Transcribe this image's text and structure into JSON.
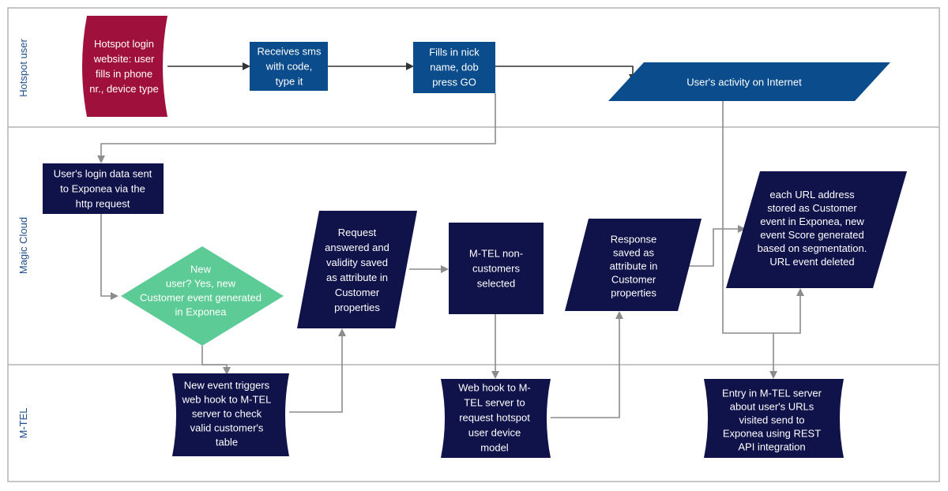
{
  "lanes": [
    {
      "id": "hotspot",
      "label": "Hotspot user"
    },
    {
      "id": "magic",
      "label": "Magic Cloud"
    },
    {
      "id": "mtel",
      "label": "M-TEL"
    }
  ],
  "nodes": [
    {
      "id": "n_login_site",
      "lines": [
        "Hotspot login",
        "website: user",
        "fills in phone",
        "nr., device type"
      ],
      "color": "#a0103c"
    },
    {
      "id": "n_sms",
      "lines": [
        "Receives sms",
        "with code,",
        "type it"
      ],
      "color": "#0a4c8c"
    },
    {
      "id": "n_fills",
      "lines": [
        "Fills in nick",
        "name, dob",
        "press GO"
      ],
      "color": "#0a4c8c"
    },
    {
      "id": "n_activity",
      "lines": [
        "User's activity  on Internet"
      ],
      "color": "#0a4c8c"
    },
    {
      "id": "n_login_data",
      "lines": [
        "User's login data sent",
        "to Exponea  via the",
        "http request"
      ],
      "color": "#10124a"
    },
    {
      "id": "n_new_user",
      "lines": [
        "New",
        "user? Yes, new",
        "Customer event  generated",
        "in Exponea"
      ],
      "color": "#5ccb96"
    },
    {
      "id": "n_request",
      "lines": [
        "Request",
        "answered and",
        "validity saved",
        "as  attribute in",
        "Customer",
        "properties"
      ],
      "color": "#10124a"
    },
    {
      "id": "n_noncust",
      "lines": [
        "M-TEL non-",
        "customers",
        "selected"
      ],
      "color": "#10124a"
    },
    {
      "id": "n_response",
      "lines": [
        "Response",
        "saved as",
        "attribute  in",
        "Customer",
        "properties"
      ],
      "color": "#10124a"
    },
    {
      "id": "n_url",
      "lines": [
        "each URL address",
        "stored as Customer",
        "event in Exponea, new",
        "event Score  generated",
        "based on segmentation.",
        "URL event deleted"
      ],
      "color": "#10124a"
    },
    {
      "id": "n_webhook1",
      "lines": [
        "New event triggers",
        "web hook to M-TEL",
        "server to check",
        "valid  customer's",
        "table"
      ],
      "color": "#10124a"
    },
    {
      "id": "n_webhook2",
      "lines": [
        "Web hook to M-",
        "TEL server to",
        "request  hotspot",
        "user device",
        "model"
      ],
      "color": "#10124a"
    },
    {
      "id": "n_entry",
      "lines": [
        "Entry in M-TEL server",
        "about user's URLs",
        "visited send  to",
        "Exponea using REST",
        "API integration"
      ],
      "color": "#10124a"
    }
  ],
  "connector_color": "#8c8c8c",
  "lane_line_color": "#b3b3b3"
}
